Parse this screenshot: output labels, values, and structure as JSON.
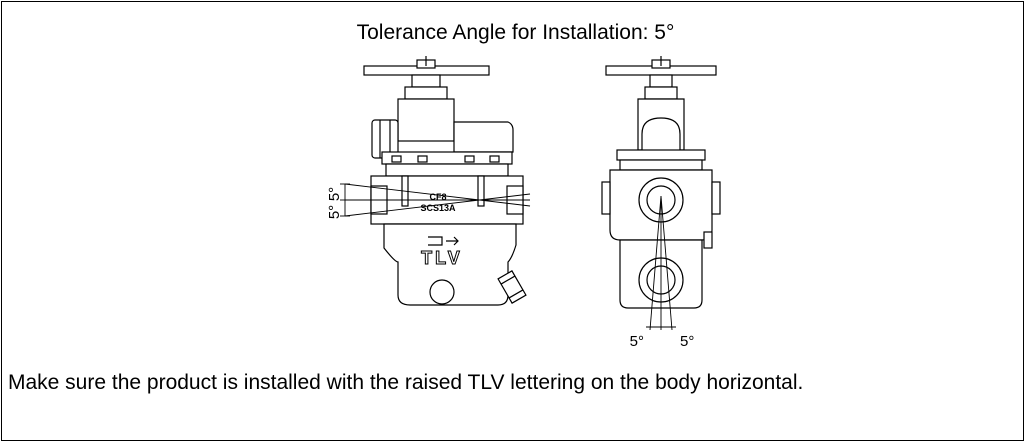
{
  "header": {
    "title": "Tolerance Angle for Installation: 5°"
  },
  "front_view": {
    "angle_upper": "5°",
    "angle_lower": "5°",
    "material_line1": "CF8",
    "material_line2": "SCS13A",
    "arrow_glyph": "⊐⇒",
    "logo_text": "TLV"
  },
  "side_view": {
    "angle_left": "5°",
    "angle_right": "5°"
  },
  "footer": {
    "caption": "Make sure the product is installed with the raised TLV lettering on the body horizontal."
  }
}
